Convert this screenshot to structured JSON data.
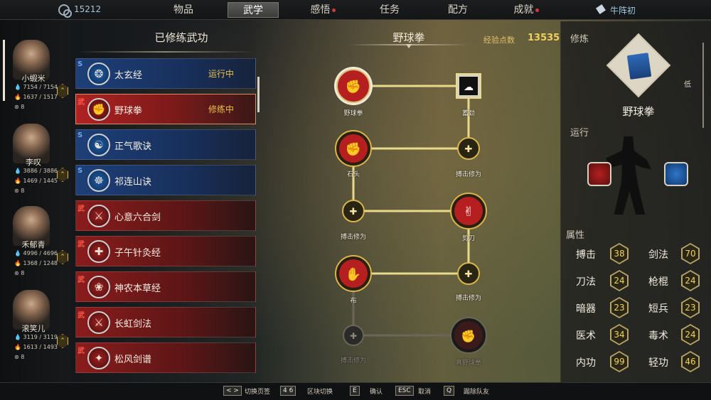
{
  "currency": {
    "value": "15212"
  },
  "tabs": [
    {
      "label": "物品",
      "dot": false
    },
    {
      "label": "武学",
      "dot": false,
      "active": true
    },
    {
      "label": "感悟",
      "dot": true
    },
    {
      "label": "任务",
      "dot": false
    },
    {
      "label": "配方",
      "dot": false
    },
    {
      "label": "成就",
      "dot": true
    }
  ],
  "user": {
    "name": "牛阵初"
  },
  "roster": [
    {
      "name": "小蝦米",
      "hp": "7154 / 7154",
      "mp": "1637 / 1517",
      "lvl": "8"
    },
    {
      "name": "李叹",
      "hp": "3886 / 3886",
      "mp": "1469 / 1445",
      "lvl": "8"
    },
    {
      "name": "禾郁青",
      "hp": "4996 / 4696",
      "mp": "1368 / 1248",
      "lvl": "8"
    },
    {
      "name": "滚笑儿",
      "hp": "3119 / 3119",
      "mp": "1613 / 1493",
      "lvl": "8"
    }
  ],
  "skill_list": {
    "title": "已修练武功",
    "items": [
      {
        "name": "太玄经",
        "status": "运行中",
        "type": "blue",
        "glyph": "❂"
      },
      {
        "name": "野球拳",
        "status": "修练中",
        "type": "sel",
        "glyph": "✊"
      },
      {
        "name": "正气歌诀",
        "status": "",
        "type": "blue",
        "glyph": "☯"
      },
      {
        "name": "祁连山诀",
        "status": "",
        "type": "blue",
        "glyph": "☸"
      },
      {
        "name": "心意六合剑",
        "status": "",
        "type": "red",
        "glyph": "⚔"
      },
      {
        "name": "子午针灸经",
        "status": "",
        "type": "red",
        "glyph": "✚"
      },
      {
        "name": "神农本草经",
        "status": "",
        "type": "red",
        "glyph": "❀"
      },
      {
        "name": "长虹剑法",
        "status": "",
        "type": "red",
        "glyph": "⚔"
      },
      {
        "name": "松风剑谱",
        "status": "",
        "type": "red",
        "glyph": "✦"
      }
    ]
  },
  "tree": {
    "title": "野球拳",
    "exp_label": "经验点数",
    "exp_value": "13535",
    "nodes": [
      {
        "label": "野球拳",
        "kind": "main"
      },
      {
        "label": "蓄劲",
        "kind": "square"
      },
      {
        "label": "石头",
        "kind": "main"
      },
      {
        "label": "搏击修为",
        "kind": "small"
      },
      {
        "label": "搏击修为",
        "kind": "small"
      },
      {
        "label": "剪刀",
        "kind": "main"
      },
      {
        "label": "布",
        "kind": "main"
      },
      {
        "label": "搏击修为",
        "kind": "small"
      },
      {
        "label": "搏击修为",
        "kind": "small-locked"
      },
      {
        "label": "真野球拳",
        "kind": "locked"
      }
    ]
  },
  "panel": {
    "cultivate_label": "修炼",
    "run_label": "运行",
    "skill_name": "野球拳",
    "low_label": "低",
    "attr_label": "属性",
    "attrs": [
      {
        "k": "搏击",
        "v": "38"
      },
      {
        "k": "剑法",
        "v": "70"
      },
      {
        "k": "刀法",
        "v": "24"
      },
      {
        "k": "枪棍",
        "v": "24"
      },
      {
        "k": "暗器",
        "v": "23"
      },
      {
        "k": "短兵",
        "v": "23"
      },
      {
        "k": "医术",
        "v": "34"
      },
      {
        "k": "毒术",
        "v": "24"
      },
      {
        "k": "内功",
        "v": "99"
      },
      {
        "k": "轻功",
        "v": "46"
      }
    ]
  },
  "hints": [
    {
      "key": "< >",
      "text": "切换页签"
    },
    {
      "key": "4 6",
      "text": "区块切换"
    },
    {
      "key": "E",
      "text": "确认"
    },
    {
      "key": "ESC",
      "text": "取消"
    },
    {
      "key": "Q",
      "text": "踢除队友"
    }
  ],
  "colors": {
    "accent_gold": "#e8c24a",
    "blue_skill": "#1e3f78",
    "red_skill": "#8a1c1c",
    "tree_line": "#e9d98a"
  }
}
